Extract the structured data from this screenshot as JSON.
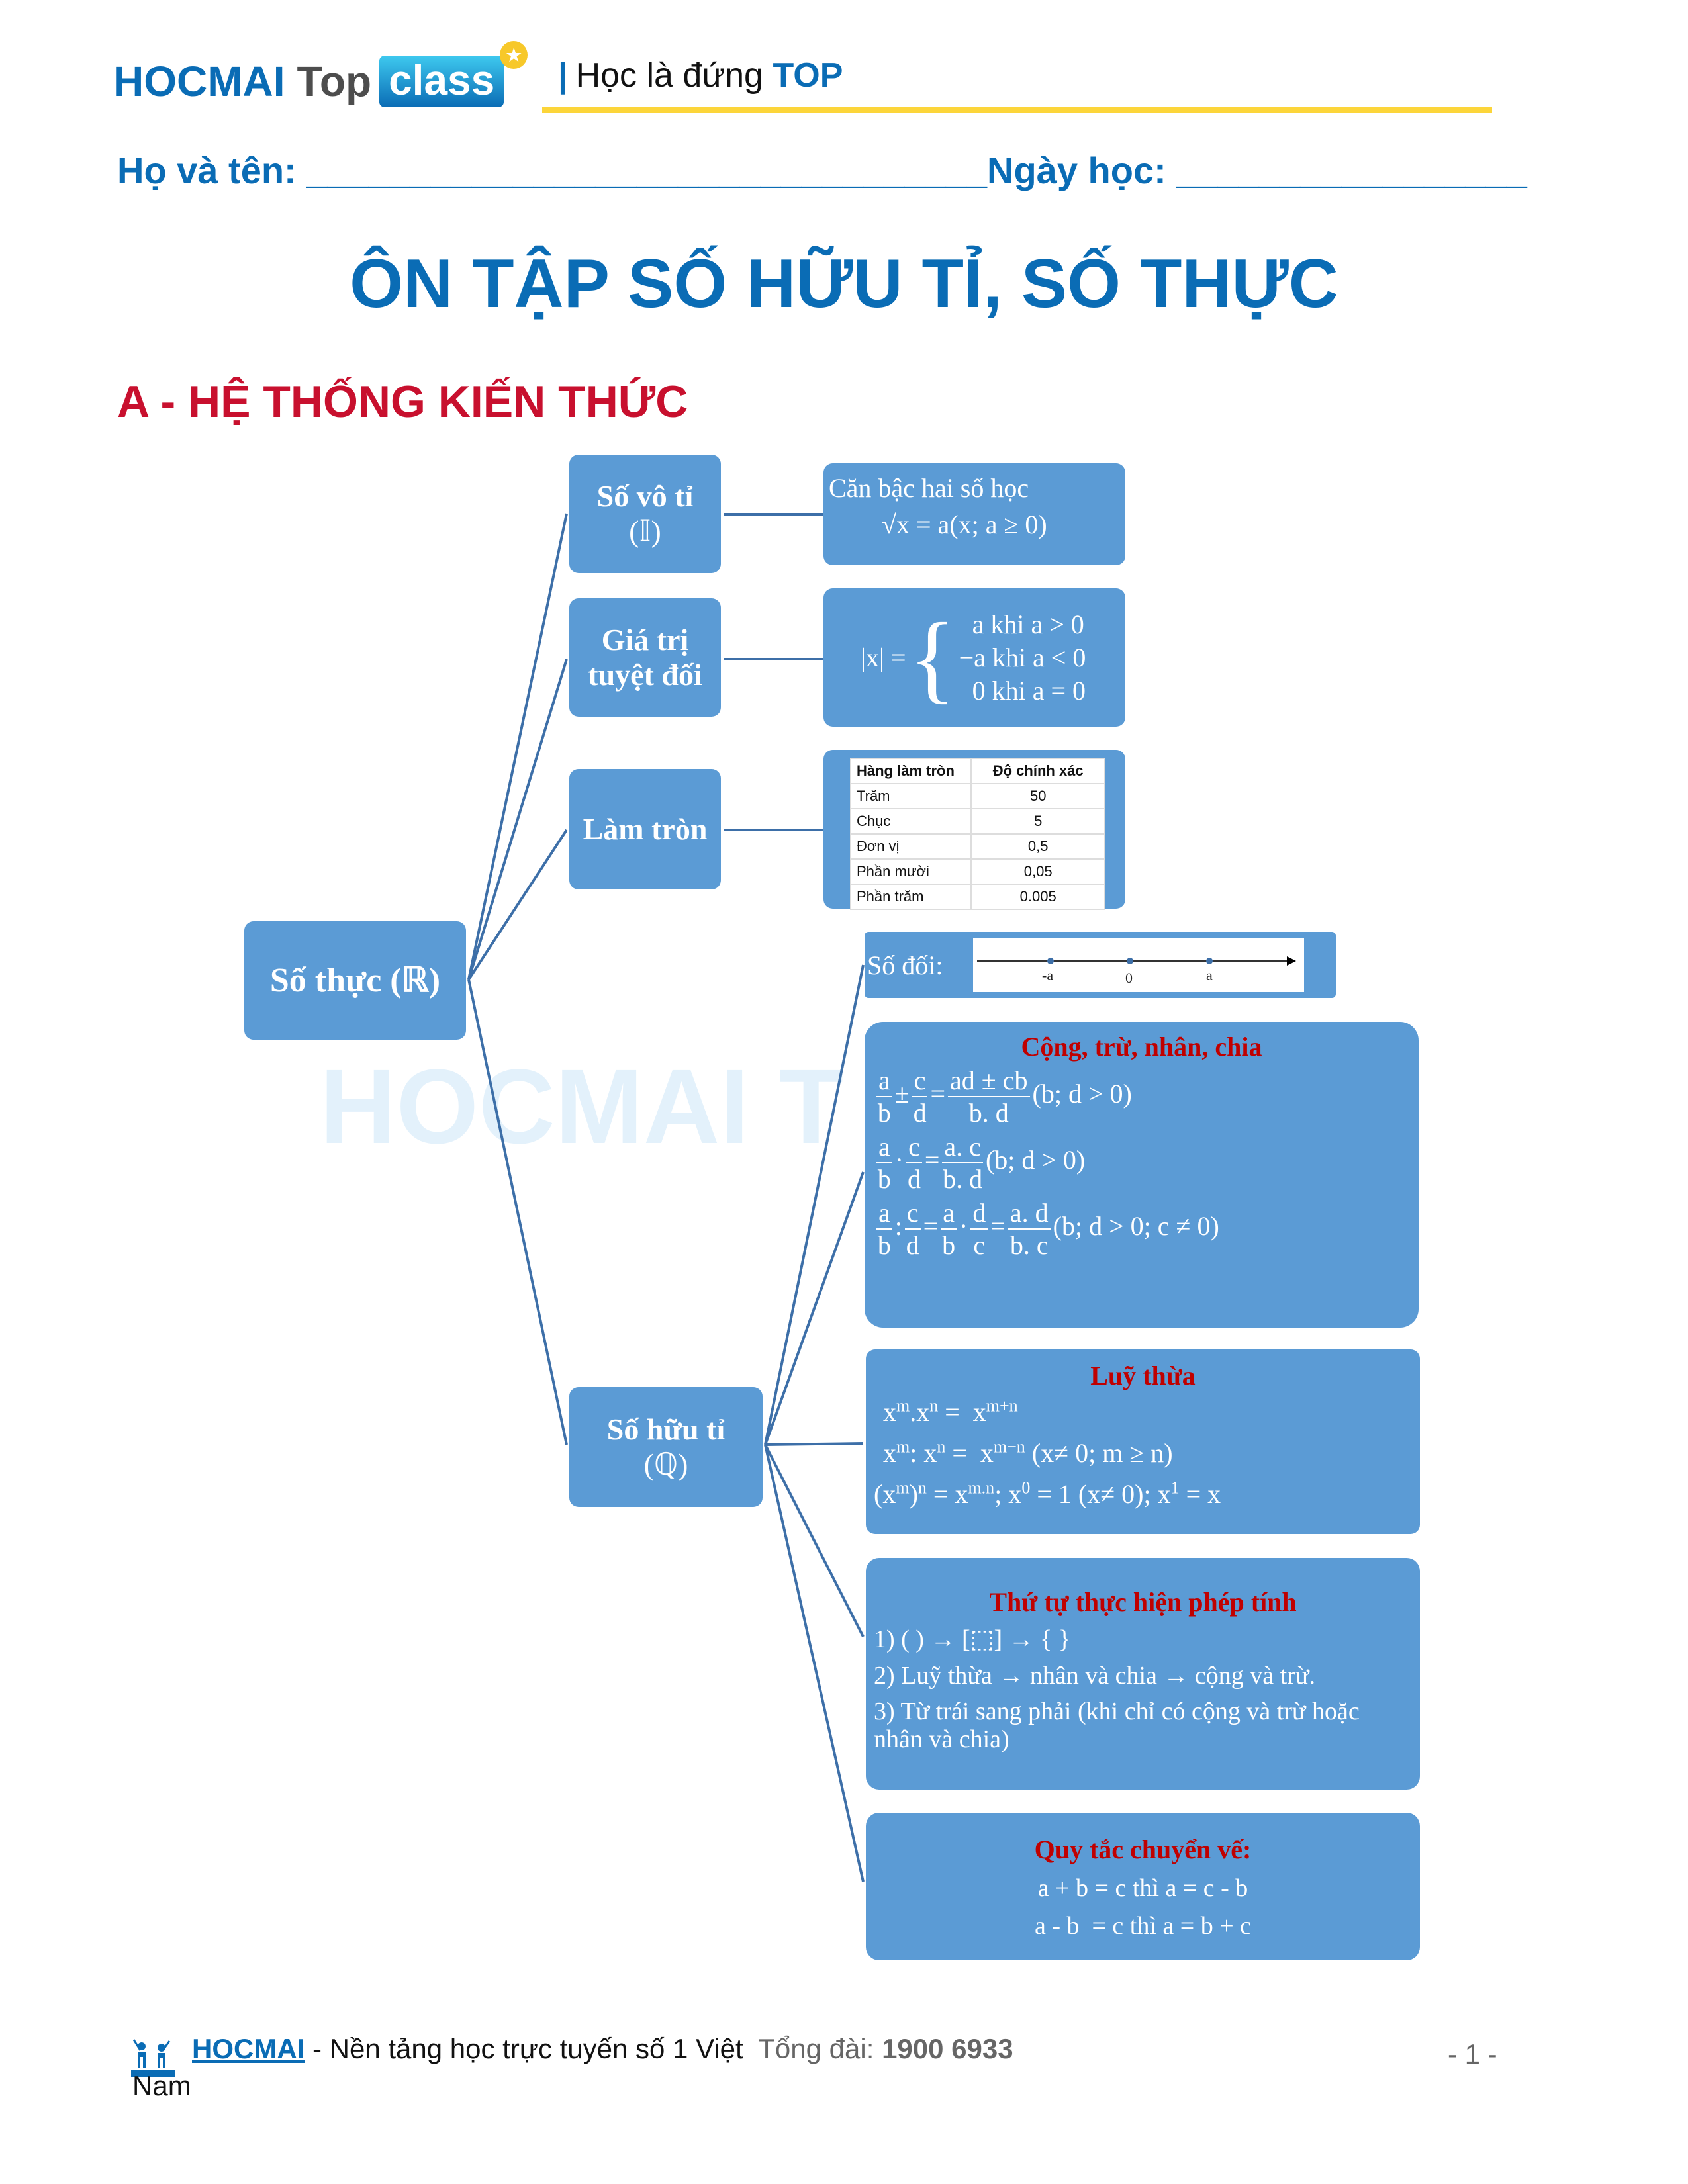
{
  "header": {
    "logo_hocmai": "HOCMAI",
    "logo_top": "Top",
    "logo_class": "class",
    "tagline_prefix": "Học là đứng",
    "tagline_bold": "TOP",
    "name_label": "Họ và tên: ",
    "name_blank": "_________________________________",
    "date_label": "Ngày học: ",
    "date_blank": "_________________"
  },
  "title": "ÔN TẬP SỐ HỮU TỈ, SỐ THỰC",
  "section_a": "A - HỆ THỐNG KIẾN THỨC",
  "watermark": "HOCMAI T",
  "colors": {
    "brand": "#0a6cb5",
    "box": "#5b9bd5",
    "heading_red": "#c00000",
    "section_red": "#c8102e",
    "yellow": "#fcd53a"
  },
  "nodes": {
    "so_thuc": "Số thực (ℝ)",
    "so_vo_ti": [
      "Số vô tỉ",
      "(𝕀)"
    ],
    "gia_tri": [
      "Giá trị",
      "tuyệt đối"
    ],
    "lam_tron": "Làm tròn",
    "so_huu_ti": [
      "Số hữu tỉ",
      "(ℚ)"
    ]
  },
  "can_bac_hai": {
    "label": "Căn bậc hai số học",
    "formula": "√x = a(x; a ≥ 0)"
  },
  "abs": {
    "lhs": "|x| =",
    "cases": [
      "a khi a > 0",
      "−a khi a < 0",
      "0 khi a = 0"
    ]
  },
  "rounding_table": {
    "headers": [
      "Hàng làm tròn",
      "Độ chính xác"
    ],
    "rows": [
      [
        "Trăm",
        "50"
      ],
      [
        "Chục",
        "5"
      ],
      [
        "Đơn vị",
        "0,5"
      ],
      [
        "Phần mười",
        "0,05"
      ],
      [
        "Phần trăm",
        "0.005"
      ]
    ]
  },
  "so_doi": {
    "label": "Số đối:",
    "ticks": [
      "-a",
      "0",
      "a"
    ]
  },
  "cong_tru": {
    "title": "Cộng, trừ, nhân, chia",
    "add": {
      "f1": [
        "a",
        "b"
      ],
      "op": "±",
      "f2": [
        "c",
        "d"
      ],
      "eq": "=",
      "res": [
        "ad ± cb",
        "b. d"
      ],
      "cond": "(b; d > 0)"
    },
    "mul": {
      "f1": [
        "a",
        "b"
      ],
      "op": "·",
      "f2": [
        "c",
        "d"
      ],
      "eq": "=",
      "res": [
        "a. c",
        "b. d"
      ],
      "cond": "(b; d > 0)"
    },
    "div": {
      "f1": [
        "a",
        "b"
      ],
      "op": ":",
      "f2": [
        "c",
        "d"
      ],
      "eq": "=",
      "f3": [
        "a",
        "b"
      ],
      "op2": "·",
      "f4": [
        "d",
        "c"
      ],
      "eq2": "=",
      "res": [
        "a. d",
        "b. c"
      ],
      "cond": "(b; d > 0;  c ≠ 0)"
    }
  },
  "luy_thua": {
    "title": "Luỹ thừa",
    "l1": {
      "a": "x",
      "as": "m",
      "b": ".x",
      "bs": "n",
      "c": " =  x",
      "cs": "m+n"
    },
    "l2": {
      "a": "x",
      "as": "m",
      "b": ": x",
      "bs": "n",
      "c": " =  x",
      "cs": "m−n",
      "d": " (x≠ 0; m ≥ n)"
    },
    "l3": {
      "a": "(x",
      "as": "m",
      "b": ")",
      "bs": "n",
      "c": " = x",
      "cs": "m.n",
      "d": "; x",
      "ds": "0",
      "e": " = 1 (x≠ 0); x",
      "es": "1",
      "f": " = x"
    }
  },
  "thu_tu": {
    "title": "Thứ tự thực hiện phép tính",
    "lines": [
      "1)  ( )  → [⬚] → { }",
      "2) Luỹ thừa → nhân và chia → cộng và trừ.",
      "3) Từ trái sang phải (khi chỉ có cộng và trừ hoặc nhân và chia)"
    ]
  },
  "quy_tac": {
    "title": "Quy tắc chuyển vế:",
    "lines": [
      "a + b = c thì a = c - b",
      "a - b  = c thì a = b + c"
    ]
  },
  "footer": {
    "brand": "HOCMAI",
    "text": " - Nền tảng học trực tuyến số 1 Việt ",
    "hotline_label": " Tổng đài: ",
    "hotline": "1900 6933",
    "text2": "Nam",
    "page": "- 1 -"
  }
}
